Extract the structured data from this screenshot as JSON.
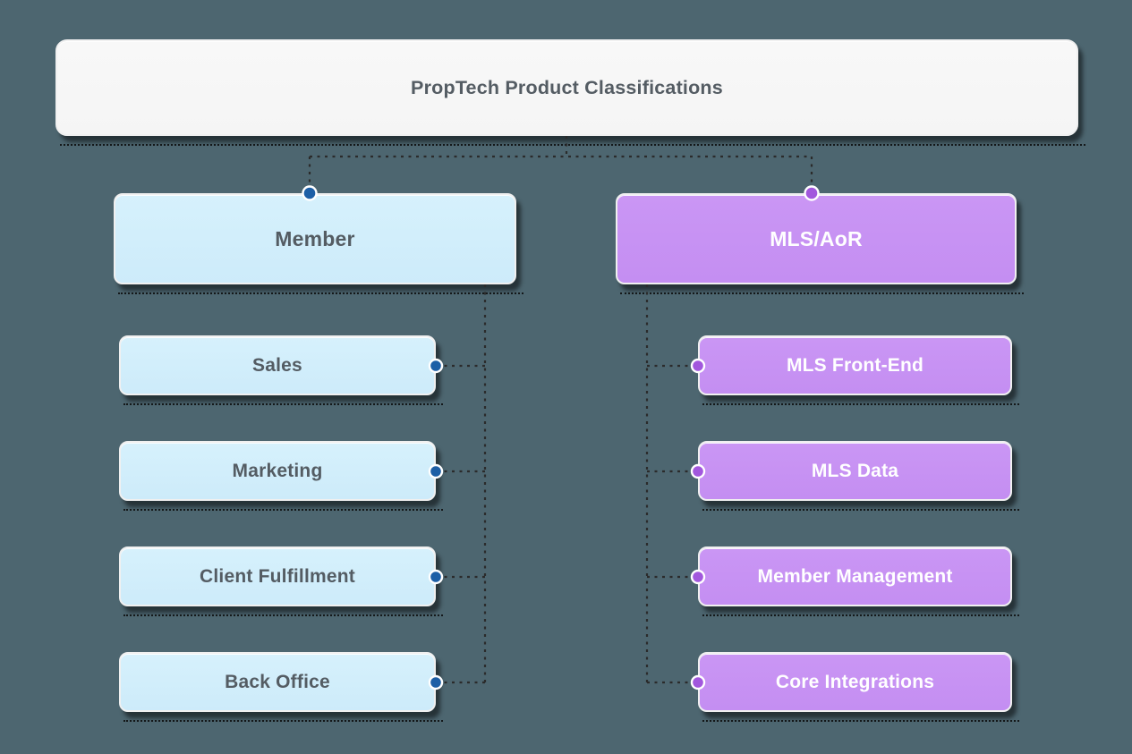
{
  "diagram": {
    "title": {
      "label": "PropTech Product Classifications"
    },
    "branches": [
      {
        "label": "Member",
        "children": [
          {
            "label": "Sales"
          },
          {
            "label": "Marketing"
          },
          {
            "label": "Client Fulfillment"
          },
          {
            "label": "Back Office"
          }
        ]
      },
      {
        "label": "MLS/AoR",
        "children": [
          {
            "label": "MLS Front-End"
          },
          {
            "label": "MLS Data"
          },
          {
            "label": "Member Management"
          },
          {
            "label": "Core Integrations"
          }
        ]
      }
    ]
  },
  "colors": {
    "background": "#4d6670",
    "title_fill": "#f5f5f5",
    "member_fill": "#cdebfa",
    "mls_fill": "#c48ef2",
    "member_dot": "#1d5fa6",
    "mls_dot": "#a257dd",
    "connector": "#2b2b2b",
    "dark_text": "#545c63",
    "light_text": "#ffffff",
    "box_border": "#f0f0f0"
  }
}
